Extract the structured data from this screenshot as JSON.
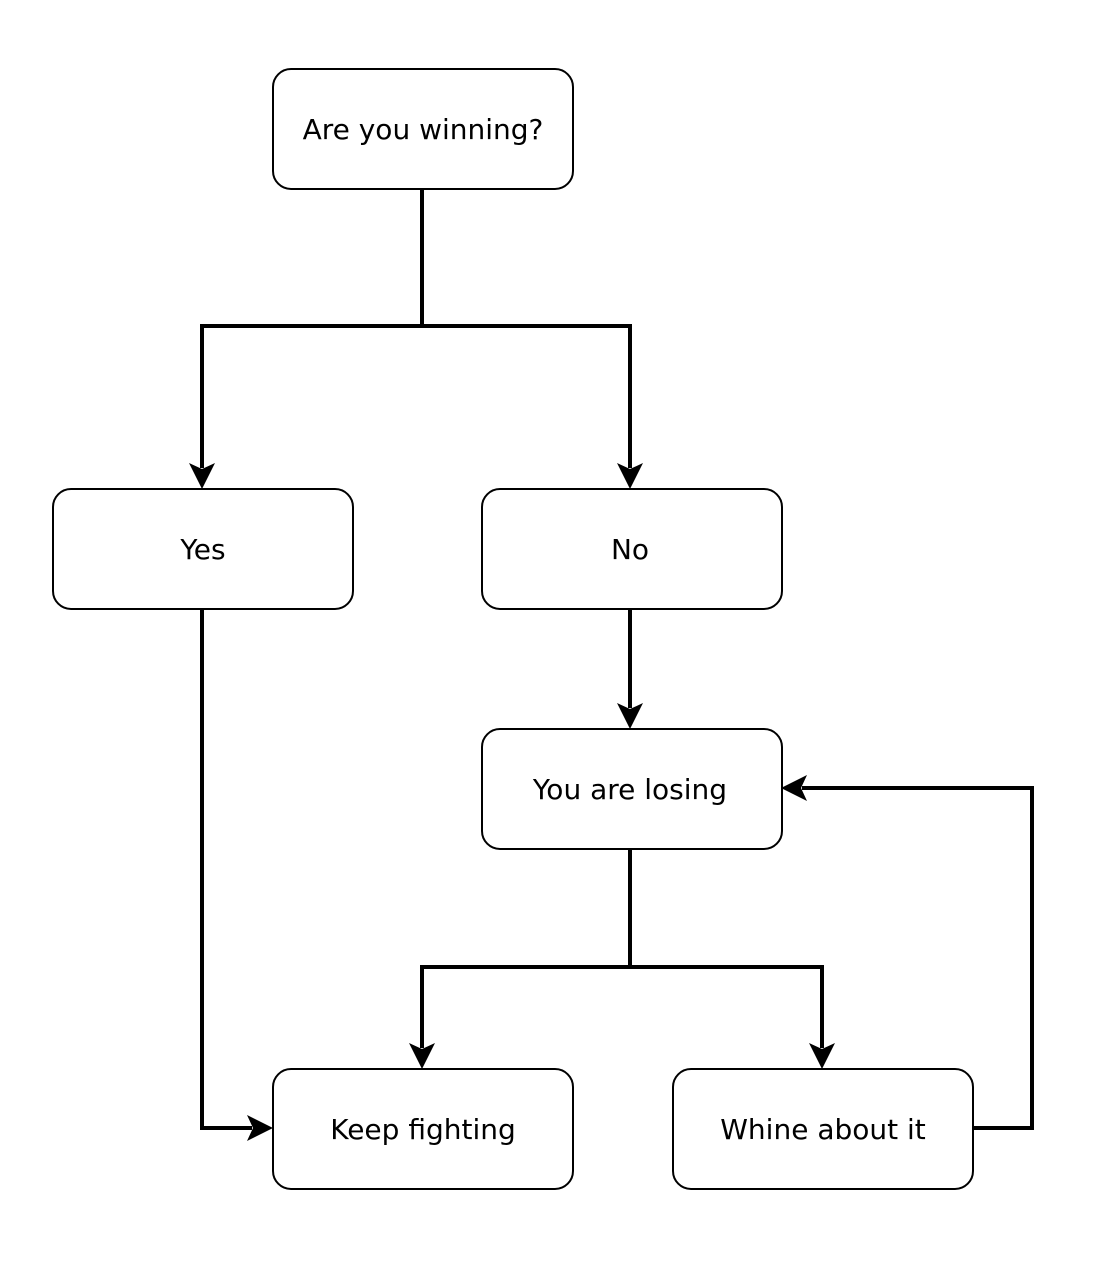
{
  "nodes": {
    "winning": "Are you winning?",
    "yes": "Yes",
    "no": "No",
    "losing": "You are losing",
    "keep": "Keep fighting",
    "whine": "Whine about it"
  },
  "edges": [
    {
      "from": "winning",
      "to": "yes"
    },
    {
      "from": "winning",
      "to": "no"
    },
    {
      "from": "no",
      "to": "losing"
    },
    {
      "from": "yes",
      "to": "keep"
    },
    {
      "from": "losing",
      "to": "keep"
    },
    {
      "from": "losing",
      "to": "whine"
    },
    {
      "from": "whine",
      "to": "losing"
    }
  ]
}
